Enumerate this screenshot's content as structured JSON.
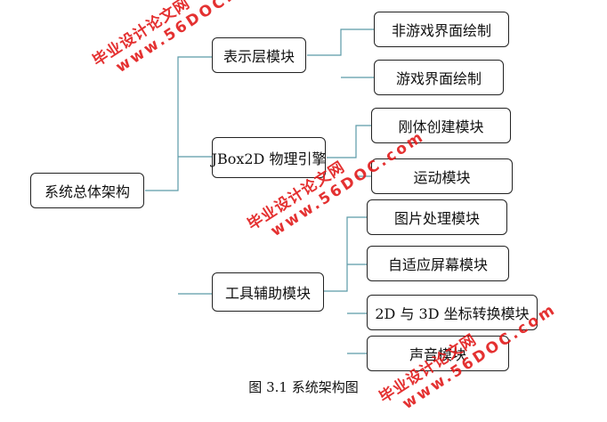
{
  "diagram": {
    "root": {
      "label": "系统总体架构"
    },
    "modules": [
      {
        "label": "表示层模块",
        "children": [
          "非游戏界面绘制",
          "游戏界面绘制"
        ]
      },
      {
        "label": "JBox2D  物理引擎",
        "children": [
          "刚体创建模块",
          "运动模块"
        ]
      },
      {
        "label": "工具辅助模块",
        "children": [
          "图片处理模块",
          "自适应屏幕模块",
          "2D 与 3D 坐标转换模块",
          "声音模块"
        ]
      }
    ],
    "caption": "图 3.1  系统架构图"
  },
  "watermark": {
    "line1": "毕业设计论文网",
    "line2": "www.56DOC.com",
    "color": "#e21b1b"
  },
  "colors": {
    "connector": "#5b9aa8",
    "border": "#222222"
  }
}
